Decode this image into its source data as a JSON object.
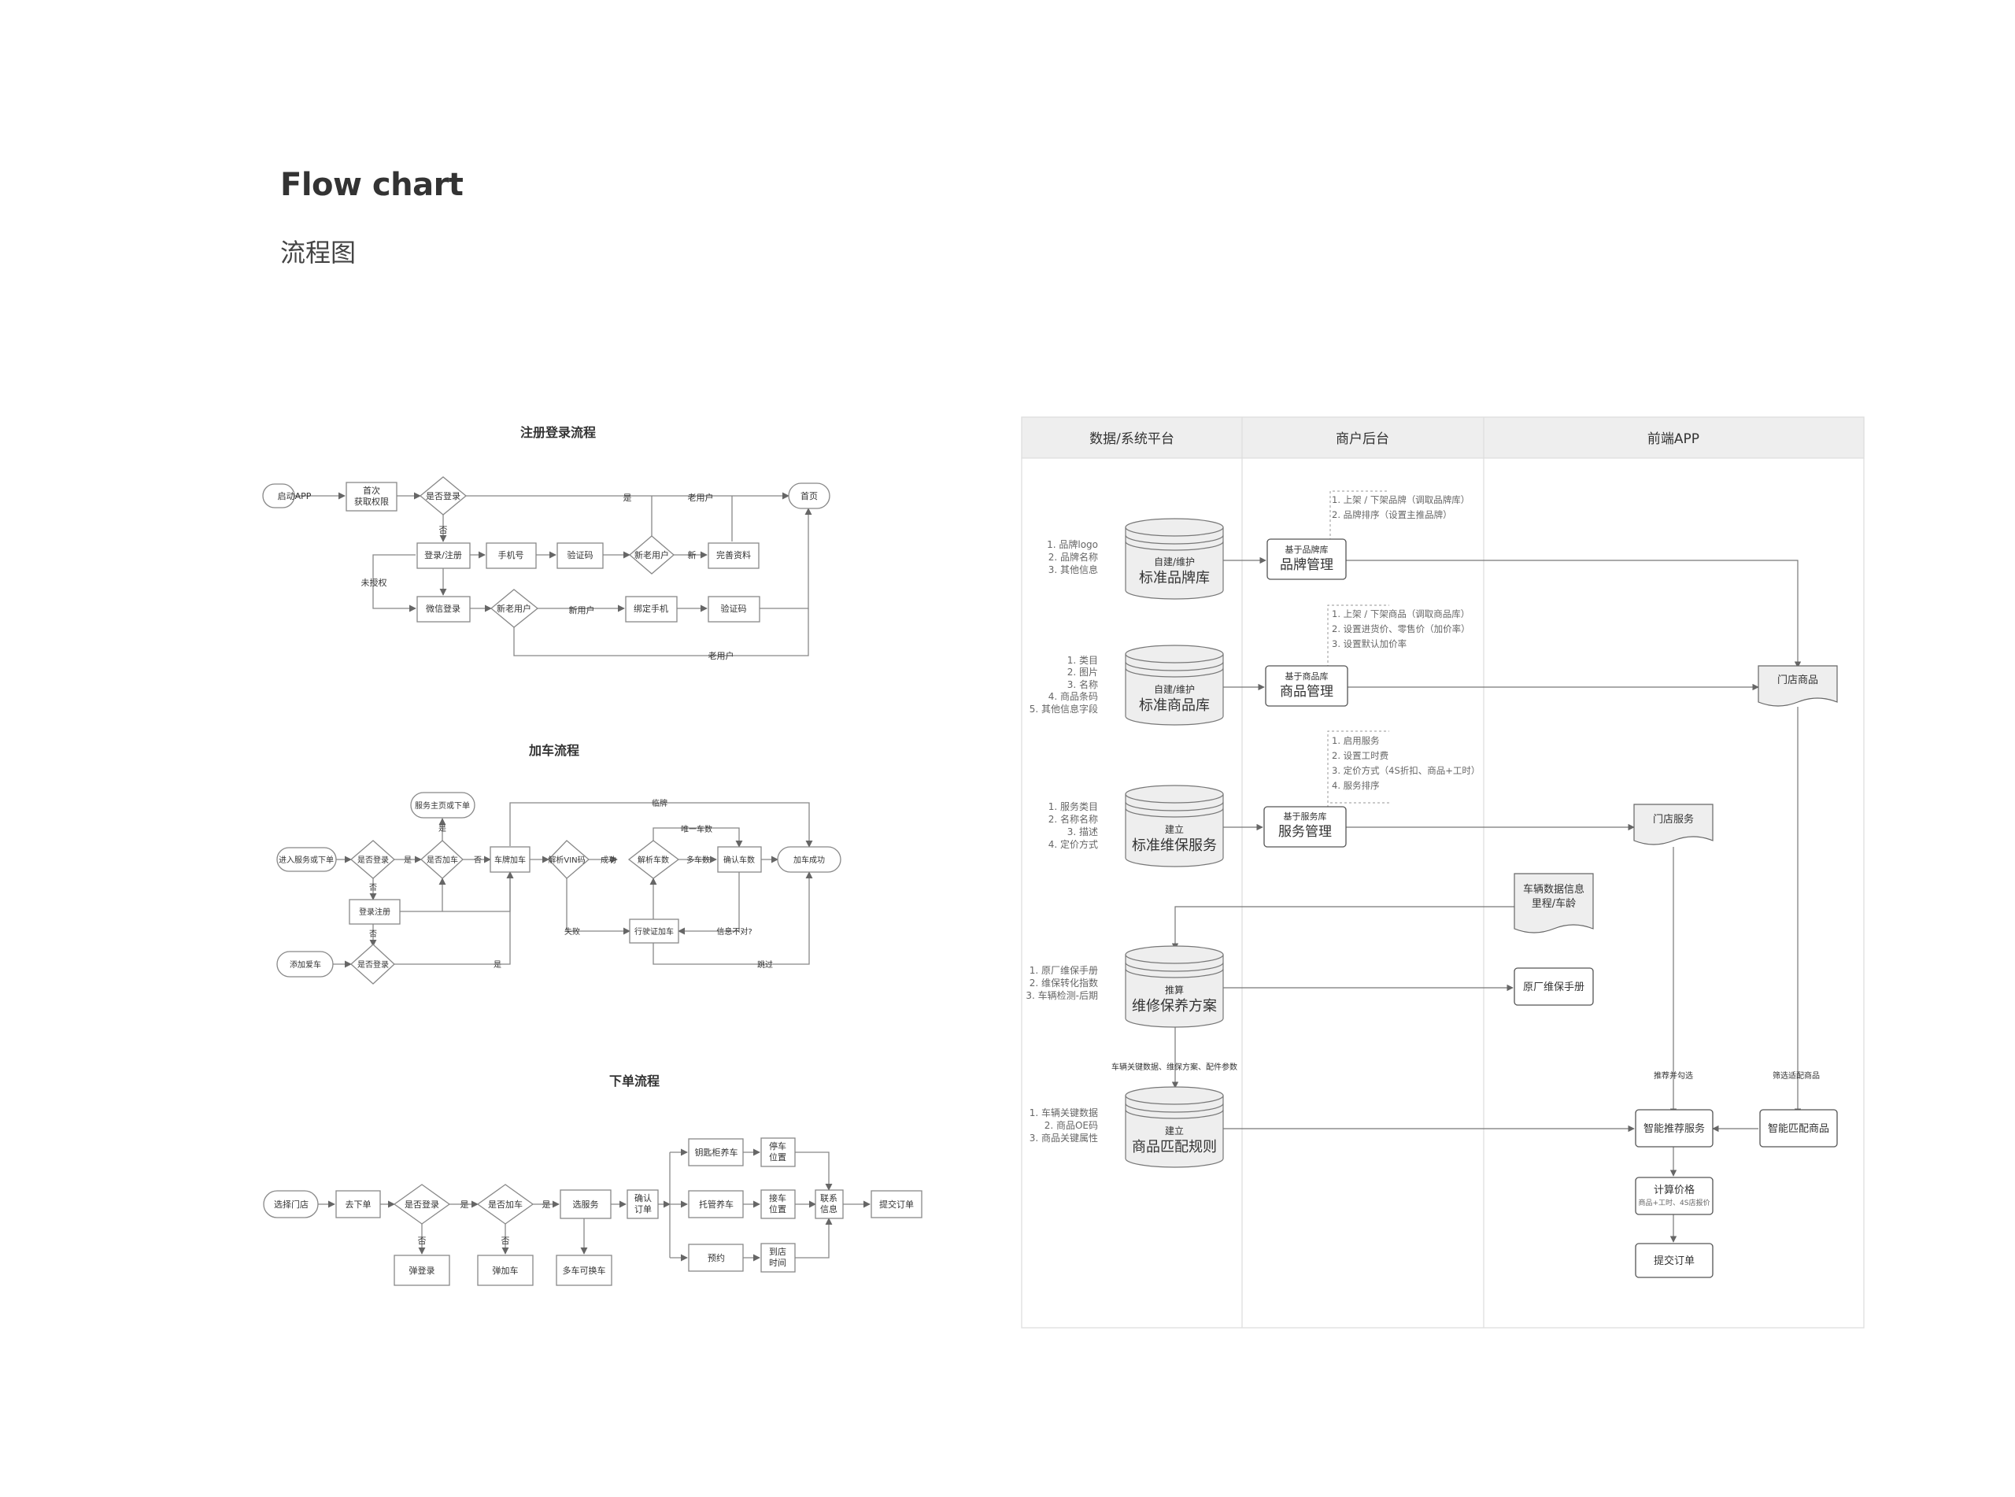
{
  "header": {
    "title": "Flow chart",
    "subtitle": "流程图"
  },
  "reg": {
    "title": "注册登录流程",
    "start": "启动APP",
    "perm1": "首次",
    "perm2": "获取权限",
    "is_login": "是否登录",
    "yes": "是",
    "old_user": "老用户",
    "home": "首页",
    "no": "否",
    "login_reg": "登录/注册",
    "phone": "手机号",
    "vcode": "验证码",
    "new_old": "新老用户",
    "new": "新",
    "profile": "完善资料",
    "unauth": "未授权",
    "wechat": "微信登录",
    "new_old2": "新老用户",
    "new_user": "新用户",
    "bind_phone": "绑定手机",
    "vcode2": "验证码",
    "old_user2": "老用户"
  },
  "cart": {
    "title": "加车流程",
    "enter": "进入服务或下单",
    "is_login": "是否登录",
    "yes": "是",
    "is_added": "是否加车",
    "no": "否",
    "advisor": "服务主页或下单",
    "yes2": "是",
    "plate": "车牌加车",
    "vin": "解析VIN码",
    "success": "成功",
    "parse_n": "解析车数",
    "multi": "多车数",
    "confirm_n": "确认车数",
    "add_ok": "加车成功",
    "only_one": "唯一车数",
    "plate_tag": "临牌",
    "no2": "否",
    "login_reg": "登录注册",
    "no3": "否",
    "fail": "失败",
    "license": "行驶证加车",
    "info_wrong": "信息不对?",
    "add_car": "添加爱车",
    "is_login2": "是否登录",
    "yes3": "是",
    "skip": "跳过"
  },
  "order": {
    "title": "下单流程",
    "select_store": "选择门店",
    "go_order": "去下单",
    "is_login": "是否登录",
    "yes": "是",
    "is_added": "是否加车",
    "yes2": "是",
    "select_svc": "选服务",
    "confirm1": "确认",
    "confirm2": "订单",
    "key_cab": "钥匙柜养车",
    "park1": "停车",
    "park2": "位置",
    "custody": "托管养车",
    "pickup1": "接车",
    "pickup2": "位置",
    "reserve": "预约",
    "arrive1": "到店",
    "arrive2": "时间",
    "contact1": "联系",
    "contact2": "信息",
    "submit": "提交订单",
    "no": "否",
    "pop_login": "弹登录",
    "no2": "否",
    "pop_add": "弹加车",
    "multi_swap": "多车可换车"
  },
  "swim": {
    "lanes": [
      "数据/系统平台",
      "商户后台",
      "前端APP"
    ],
    "brand_notes": [
      "1. 品牌logo",
      "2. 品牌名称",
      "3. 其他信息"
    ],
    "brand_db_small": "自建/维护",
    "brand_db_big": "标准品牌库",
    "brand_mgr_small": "基于品牌库",
    "brand_mgr_big": "品牌管理",
    "brand_mgr_notes": [
      "1. 上架 / 下架品牌（调取品牌库）",
      "2. 品牌排序（设置主推品牌）"
    ],
    "goods_notes": [
      "1. 类目",
      "2. 图片",
      "3. 名称",
      "4. 商品条码",
      "5. 其他信息字段"
    ],
    "goods_db_small": "自建/维护",
    "goods_db_big": "标准商品库",
    "goods_mgr_small": "基于商品库",
    "goods_mgr_big": "商品管理",
    "goods_mgr_notes": [
      "1. 上架 / 下架商品（调取商品库）",
      "2. 设置进货价、零售价（加价率）",
      "3. 设置默认加价率"
    ],
    "store_goods": "门店商品",
    "svc_notes": [
      "1. 服务类目",
      "2. 名称名称",
      "3. 描述",
      "4. 定价方式"
    ],
    "svc_db_small": "建立",
    "svc_db_big": "标准维保服务",
    "svc_mgr_small": "基于服务库",
    "svc_mgr_big": "服务管理",
    "svc_mgr_notes": [
      "1. 启用服务",
      "2. 设置工时费",
      "3. 定价方式（4S折扣、商品+工时）",
      "4. 服务排序"
    ],
    "store_svc": "门店服务",
    "vehicle_data1": "车辆数据信息",
    "vehicle_data2": "里程/车龄",
    "maint_notes": [
      "1. 原厂维保手册",
      "2. 维保转化指数",
      "3. 车辆检测-后期"
    ],
    "maint_db_small": "推算",
    "maint_db_big": "维修保养方案",
    "oem_manual": "原厂维保手册",
    "key_data_label": "车辆关键数据、维保方案、配件参数",
    "match_notes": [
      "1. 车辆关键数据",
      "2. 商品OE码",
      "3. 商品关键属性"
    ],
    "match_db_small": "建立",
    "match_db_big": "商品匹配规则",
    "rec_label": "推荐并勾选",
    "filter_label": "筛选适配商品",
    "smart_rec": "智能推荐服务",
    "smart_match": "智能匹配商品",
    "calc_big": "计算价格",
    "calc_small": "商品+工时、4S店报价",
    "submit": "提交订单"
  }
}
